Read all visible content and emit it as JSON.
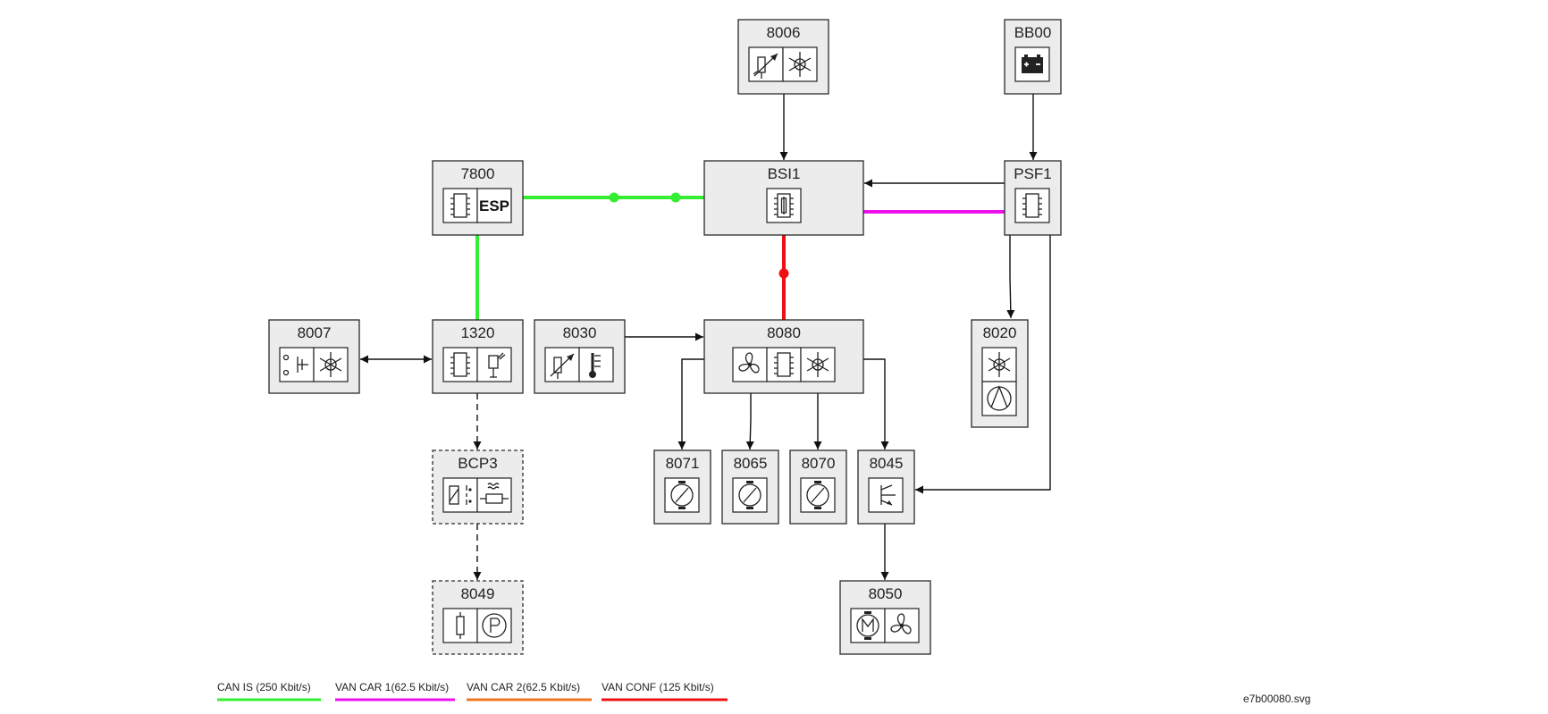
{
  "nodes": {
    "n8006": "8006",
    "bb00": "BB00",
    "n7800": "7800",
    "bsi1": "BSI1",
    "psf1": "PSF1",
    "n8007": "8007",
    "n1320": "1320",
    "n8030": "8030",
    "n8080": "8080",
    "n8020": "8020",
    "bcp3": "BCP3",
    "n8071": "8071",
    "n8065": "8065",
    "n8070": "8070",
    "n8045": "8045",
    "n8049": "8049",
    "n8050": "8050"
  },
  "esp_text": "ESP",
  "legend": [
    {
      "label": "CAN IS (250 Kbit/s)",
      "color": "#33ee33"
    },
    {
      "label": "VAN CAR 1(62.5 Kbit/s)",
      "color": "#ee11ee"
    },
    {
      "label": "VAN CAR 2(62.5 Kbit/s)",
      "color": "#ee7722"
    },
    {
      "label": "VAN CONF (125 Kbit/s)",
      "color": "#ee1111"
    }
  ],
  "filename": "e7b00080.svg"
}
